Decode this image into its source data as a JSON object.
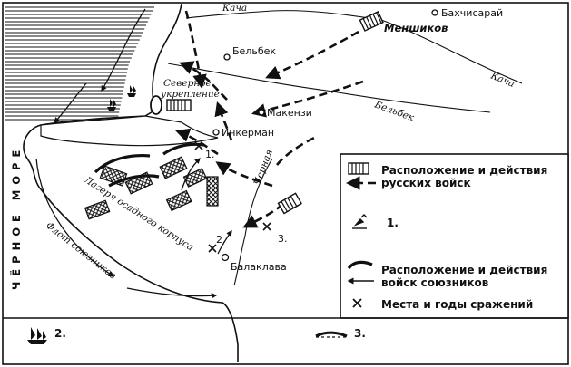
{
  "sea": {
    "name": "ЧЁРНОЕ МОРЕ"
  },
  "places": {
    "bakhchisaray": "Бахчисарай",
    "menshikov": "Меншиков",
    "kacha_river_1": "Кача",
    "kacha_river_2": "Кача",
    "belbek_town": "Бельбек",
    "belbek_river": "Бельбек",
    "north_fort_line1": "Северное",
    "north_fort_line2": "укрепление",
    "makenzi": "Макензи",
    "inkerman": "Инкерман",
    "chernaya_river": "Черная",
    "siege_camp": "Лагеря осадного корпуса",
    "allied_fleet": "Флот союзников",
    "balaklava": "Балаклава"
  },
  "battle_markers": {
    "m1": "1.",
    "m2": "2.",
    "m3": "3."
  },
  "legend": {
    "russian_line1": "Расположение и действия",
    "russian_line2": "русских войск",
    "item1": "1.",
    "allied_line1": "Расположение и действия",
    "allied_line2": "войск союзников",
    "battles": "Места и годы сражений",
    "item2": "2.",
    "item3": "3."
  }
}
